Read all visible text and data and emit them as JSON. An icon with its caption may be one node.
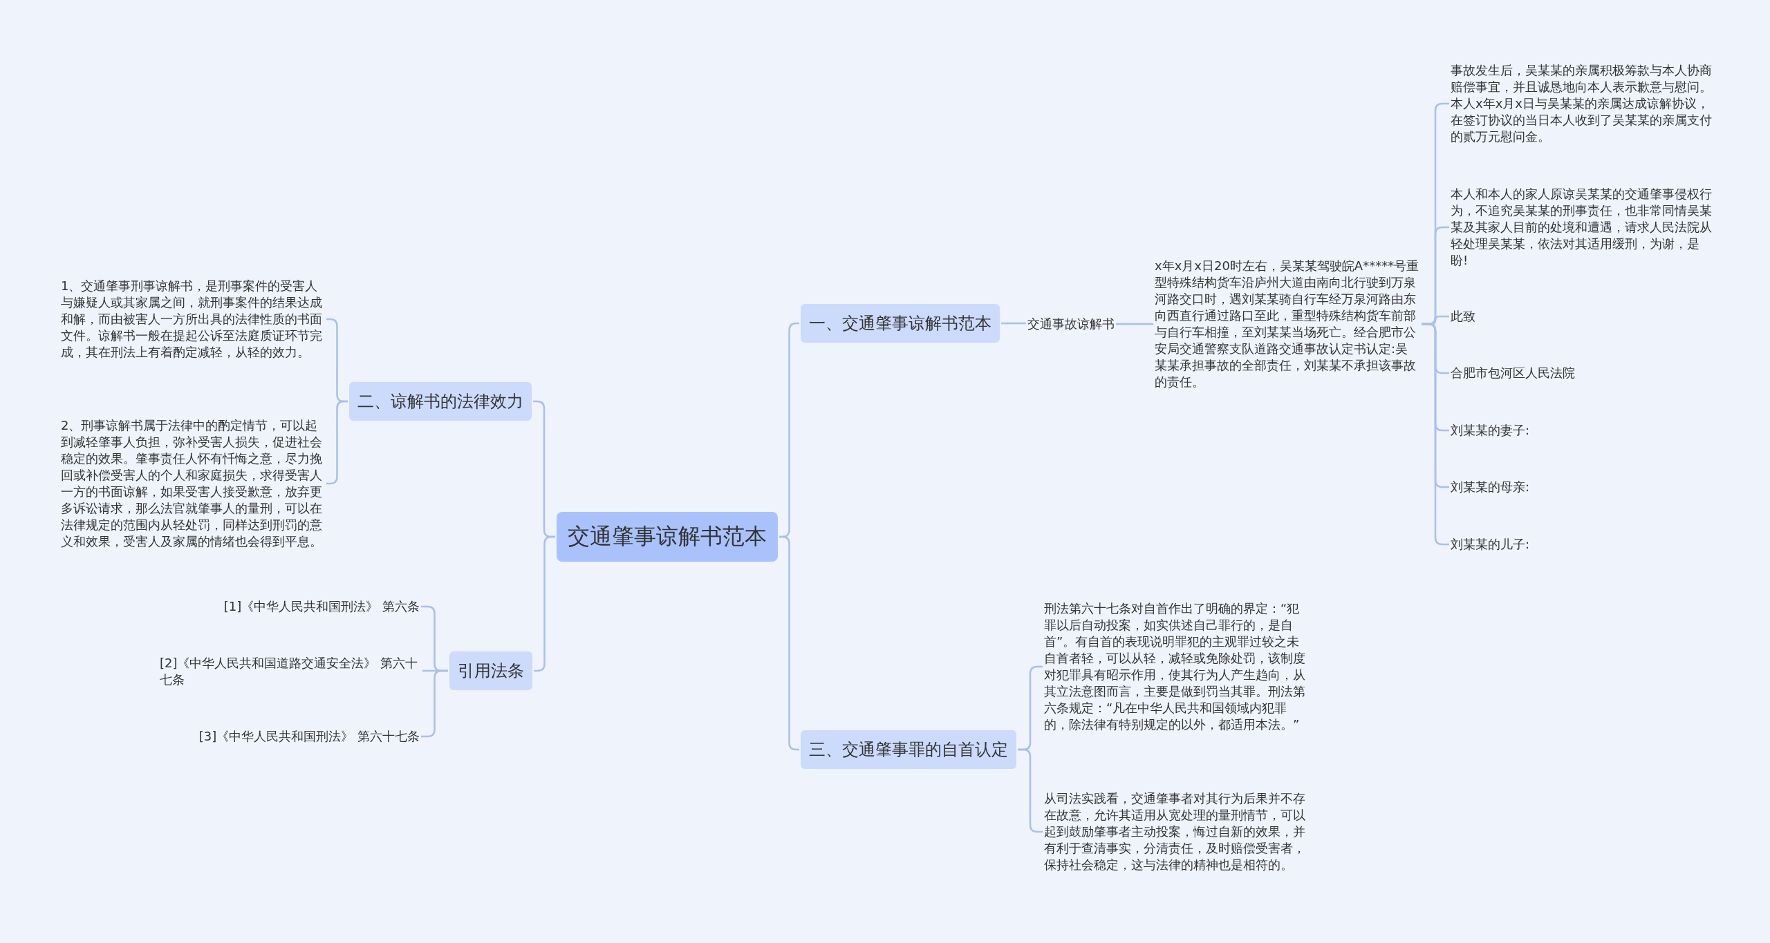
{
  "diagram": {
    "nodes": [
      {
        "text": [
          "交通肇事谅解书范本"
        ]
      },
      {
        "text": [
          "一、交通肇事谅解书范本"
        ]
      },
      {
        "text": [
          "交通事故谅解书"
        ]
      },
      {
        "text": [
          "x年x月x日20时左右，吴某某驾驶皖A*****号重型特殊结构货车沿庐州大道由南向北行驶到万泉河路交口时，遇刘某某骑自行车经万泉河路由东向西直行通过路口至此，重型特殊结构货车前部与自行车相撞，至刘某某当场死亡。经合肥市公安局交通警察支队道路交通事故认定书认定:吴某某承担事故的全部责任，刘某某不承担该事故的责任。"
        ]
      },
      {
        "text": [
          "事故发生后，吴某某的亲属积极筹款与本人协商赔偿事宜，并且诚恳地向本人表示歉意与慰问。本人x年x月x日与吴某某的亲属达成谅解协议，在签订协议的当日本人收到了吴某某的亲属支付的贰万元慰问金。"
        ]
      },
      {
        "text": [
          "本人和本人的家人原谅吴某某的交通肇事侵权行为，不追究吴某某的刑事责任，也非常同情吴某某及其家人目前的处境和遭遇，请求人民法院从轻处理吴某某，依法对其适用缓刑，为谢，是盼!"
        ]
      },
      {
        "text": [
          "此致"
        ]
      },
      {
        "text": [
          "合肥市包河区人民法院"
        ]
      },
      {
        "text": [
          "刘某某的妻子:"
        ]
      },
      {
        "text": [
          "刘某某的母亲:"
        ]
      },
      {
        "text": [
          "刘某某的儿子:"
        ]
      },
      {
        "text": [
          "二、谅解书的法律效力"
        ]
      },
      {
        "text": [
          "1、交通肇事刑事谅解书，是刑事案件的受害人与嫌疑人或其家属之间，就刑事案件的结果达成和解，而由被害人一方所出具的法律性质的书面文件。谅解书一般在提起公诉至法庭质证环节完成，其在刑法上有着酌定减轻，从轻的效力。"
        ]
      },
      {
        "text": [
          "2、刑事谅解书属于法律中的酌定情节，可以起到减轻肇事人负担，弥补受害人损失，促进社会稳定的效果。肇事责任人怀有忏悔之意，尽力挽回或补偿受害人的个人和家庭损失，求得受害人一方的书面谅解，如果受害人接受歉意，放弃更多诉讼请求，那么法官就肇事人的量刑，可以在法律规定的范围内从轻处罚，同样达到刑罚的意义和效果，受害人及家属的情绪也会得到平息。"
        ]
      },
      {
        "text": [
          "引用法条"
        ]
      },
      {
        "text": [
          "[1]《中华人民共和国刑法》 第六条"
        ]
      },
      {
        "text": [
          "[2]《中华人民共和国道路交通安全法》 第六十七条"
        ]
      },
      {
        "text": [
          "[3]《中华人民共和国刑法》 第六十七条"
        ]
      },
      {
        "text": [
          "三、交通肇事罪的自首认定"
        ]
      },
      {
        "text": [
          "刑法第六十七条对自首作出了明确的界定：“犯罪以后自动投案，如实供述自己罪行的，是自首”。有自首的表现说明罪犯的主观罪过较之未自首者轻，可以从轻，减轻或免除处罚，该制度对犯罪具有昭示作用，使其行为人产生趋向，从其立法意图而言，主要是做到罚当其罪。刑法第六条规定：“凡在中华人民共和国领域内犯罪的，除法律有特别规定的以外，都适用本法。”"
        ]
      },
      {
        "text": [
          "从司法实践看，交通肇事者对其行为后果并不存在故意，允许其适用从宽处理的量刑情节，可以起到鼓励肇事者主动投案，悔过自新的效果，并有利于查清事实，分清责任，及时赔偿受害者，保持社会稳定，这与法律的精神也是相符的。"
        ]
      }
    ],
    "edges": [
      {
        "from": 0,
        "to": 1,
        "arrow": "none"
      },
      {
        "from": 0,
        "to": 11,
        "arrow": "none"
      },
      {
        "from": 0,
        "to": 14,
        "arrow": "none"
      },
      {
        "from": 0,
        "to": 18,
        "arrow": "none"
      },
      {
        "from": 1,
        "to": 2,
        "arrow": "none"
      },
      {
        "from": 2,
        "to": 3,
        "arrow": "none"
      },
      {
        "from": 3,
        "to": 4,
        "arrow": "none"
      },
      {
        "from": 3,
        "to": 5,
        "arrow": "none"
      },
      {
        "from": 3,
        "to": 6,
        "arrow": "none"
      },
      {
        "from": 3,
        "to": 7,
        "arrow": "none"
      },
      {
        "from": 3,
        "to": 8,
        "arrow": "none"
      },
      {
        "from": 3,
        "to": 9,
        "arrow": "none"
      },
      {
        "from": 3,
        "to": 10,
        "arrow": "none"
      },
      {
        "from": 11,
        "to": 12,
        "arrow": "none"
      },
      {
        "from": 11,
        "to": 13,
        "arrow": "none"
      },
      {
        "from": 14,
        "to": 15,
        "arrow": "none"
      },
      {
        "from": 14,
        "to": 16,
        "arrow": "none"
      },
      {
        "from": 14,
        "to": 17,
        "arrow": "none"
      },
      {
        "from": 18,
        "to": 19,
        "arrow": "none"
      },
      {
        "from": 18,
        "to": 20,
        "arrow": "none"
      }
    ]
  }
}
